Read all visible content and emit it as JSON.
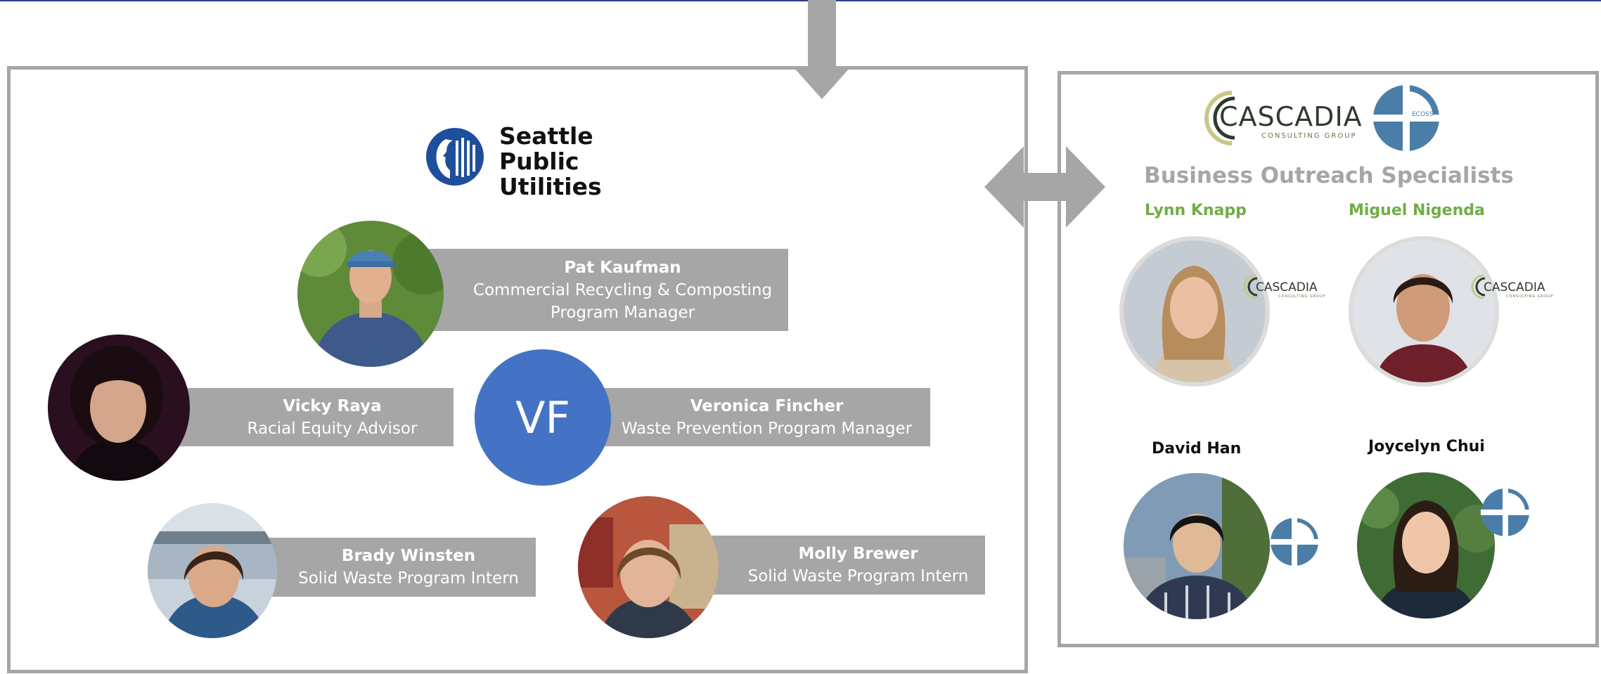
{
  "left_panel": {
    "logo": {
      "line1": "Seattle",
      "line2": "Public",
      "line3": "Utilities"
    },
    "people": {
      "pat": {
        "name": "Pat Kaufman",
        "role_line1": "Commercial Recycling & Composting",
        "role_line2": "Program Manager"
      },
      "vicky": {
        "name": "Vicky Raya",
        "role": "Racial Equity Advisor"
      },
      "veronica": {
        "initials": "VF",
        "name": "Veronica Fincher",
        "role": "Waste Prevention Program Manager"
      },
      "brady": {
        "name": "Brady Winsten",
        "role": "Solid Waste Program Intern"
      },
      "molly": {
        "name": "Molly Brewer",
        "role": "Solid Waste Program Intern"
      }
    }
  },
  "right_panel": {
    "cascadia_logo": {
      "name": "CASCADIA",
      "tagline": "CONSULTING GROUP"
    },
    "ecoss_logo": {
      "name": "ECOSS"
    },
    "title": "Business Outreach Specialists",
    "people": {
      "lynn": {
        "name": "Lynn Knapp"
      },
      "miguel": {
        "name": "Miguel Nigenda"
      },
      "david": {
        "name": "David Han"
      },
      "joycelyn": {
        "name": "Joycelyn Chui"
      }
    }
  },
  "colors": {
    "label_gray": "#a6a6a6",
    "vf_blue": "#4472c4",
    "green_name": "#70ad47",
    "spu_blue": "#1f4e9c",
    "ecoss_blue": "#4a7ea8"
  },
  "icons": [
    "down-arrow-icon",
    "double-arrow-icon",
    "spu-emblem-icon",
    "cascadia-logo-icon",
    "ecoss-logo-icon"
  ]
}
